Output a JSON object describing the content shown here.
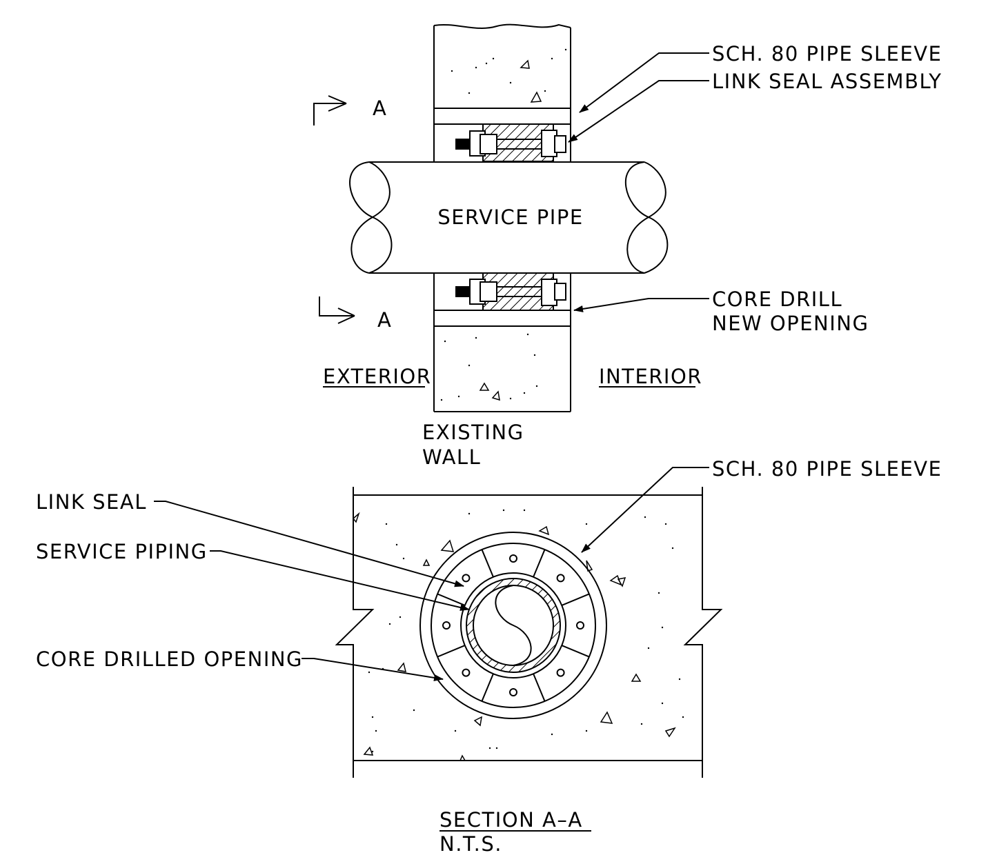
{
  "elevation": {
    "callouts": {
      "sleeve": "SCH. 80 PIPE   SLEEVE",
      "link_seal_assembly": "LINK SEAL ASSEMBLY",
      "core_drill_line1": "CORE DRILL",
      "core_drill_line2": "NEW OPENING"
    },
    "pipe_label": "SERVICE PIPE",
    "section_mark_top": "A",
    "section_mark_bottom": "A",
    "exterior_label": "EXTERIOR",
    "interior_label": "INTERIOR",
    "wall_label_line1": "EXISTING",
    "wall_label_line2": "WALL"
  },
  "section": {
    "callouts": {
      "sleeve": "SCH. 80 PIPE   SLEEVE",
      "link_seal": "LINK SEAL",
      "service_piping": "SERVICE PIPING",
      "core_drilled_opening": "CORE DRILLED OPENING"
    },
    "title": "SECTION A–A",
    "scale_note": "N.T.S."
  }
}
